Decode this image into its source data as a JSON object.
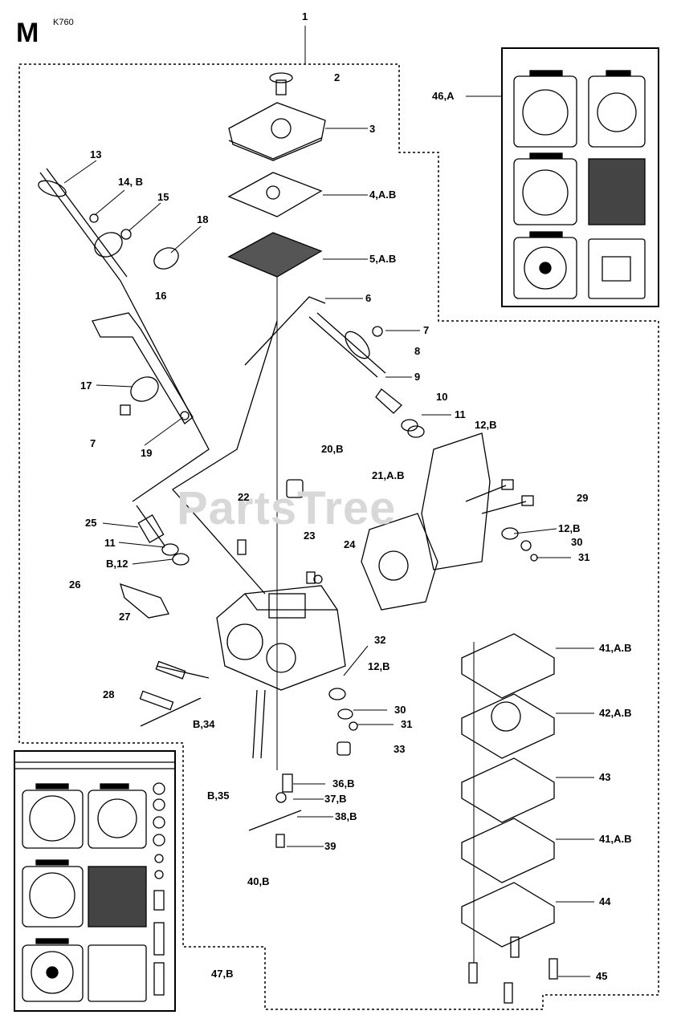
{
  "header": {
    "section": "M",
    "model": "K760"
  },
  "watermark": "PartsTree",
  "callouts": {
    "c1": "1",
    "c2": "2",
    "c3": "3",
    "c4": "4,A.B",
    "c5": "5,A.B",
    "c6": "6",
    "c7a": "7",
    "c7b": "7",
    "c8": "8",
    "c9": "9",
    "c10": "10",
    "c11a": "11",
    "c11b": "11",
    "c12a": "12,B",
    "c12b": "12,B",
    "c12c": "12,B",
    "c12d": "B,12",
    "c13": "13",
    "c14": "14, B",
    "c15": "15",
    "c16": "16",
    "c17": "17",
    "c18": "18",
    "c19": "19",
    "c20": "20,B",
    "c21": "21,A.B",
    "c22": "22",
    "c23": "23",
    "c24": "24",
    "c25": "25",
    "c26": "26",
    "c27": "27",
    "c28": "28",
    "c29": "29",
    "c30a": "30",
    "c30b": "30",
    "c31a": "31",
    "c31b": "31",
    "c32": "32",
    "c33": "33",
    "c34": "B,34",
    "c35": "B,35",
    "c36": "36,B",
    "c37": "37,B",
    "c38": "38,B",
    "c39": "39",
    "c40": "40,B",
    "c41a": "41,A.B",
    "c41b": "41,A.B",
    "c42": "42,A.B",
    "c43": "43",
    "c44": "44",
    "c45": "45",
    "c46": "46,A",
    "c47": "47,B"
  },
  "colors": {
    "line": "#000000",
    "watermark": "#d8d8d8",
    "background": "#ffffff"
  }
}
